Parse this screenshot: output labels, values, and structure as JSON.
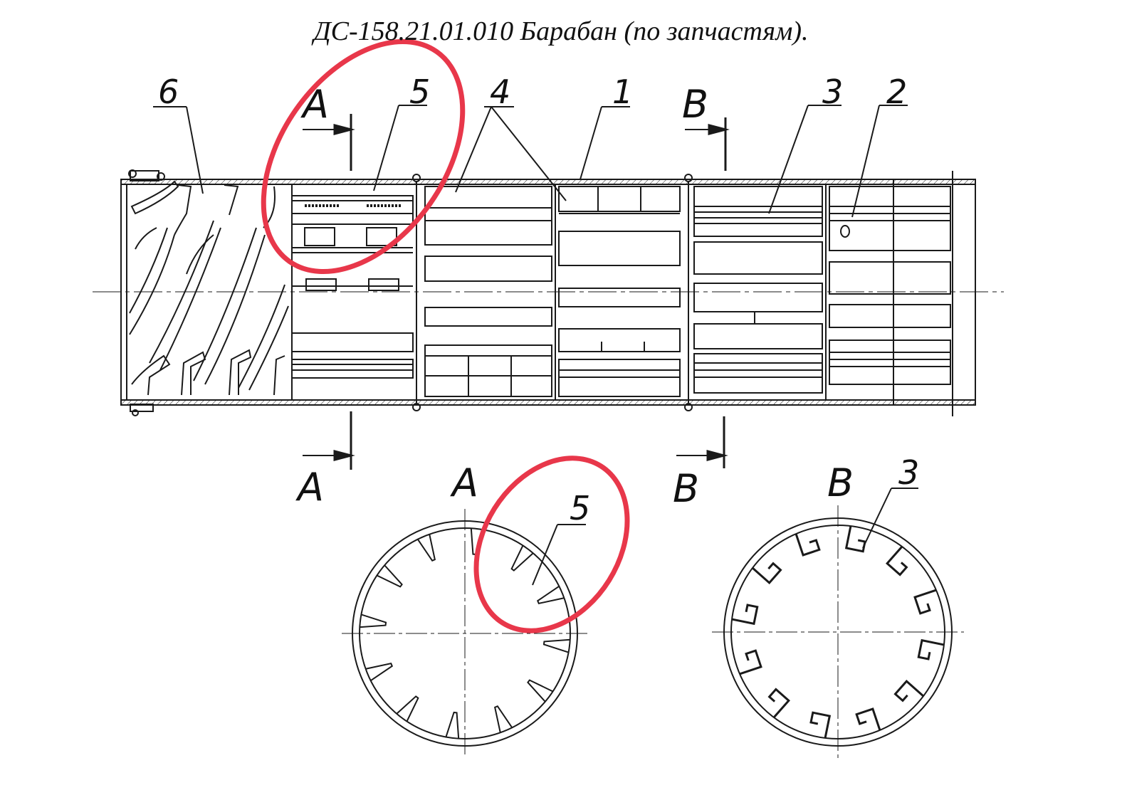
{
  "title": "ДС-158.21.01.010 Барабан (по запчастям).",
  "callouts": {
    "p1": "1",
    "p2": "2",
    "p3": "3",
    "p4": "4",
    "p5": "5",
    "p6": "6"
  },
  "sections": {
    "a": "А",
    "b": "В"
  },
  "section_views": {
    "a_title": "А",
    "a_callout": "5",
    "b_title": "В",
    "b_callout": "3"
  },
  "colors": {
    "line": "#1a1a1a",
    "highlight": "#e8374a"
  }
}
